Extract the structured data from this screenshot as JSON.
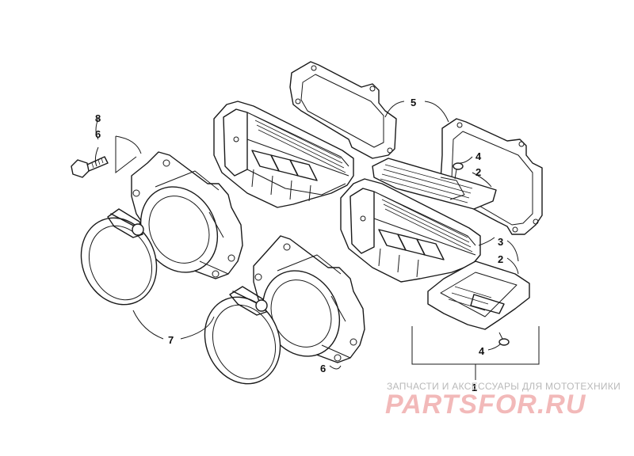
{
  "callouts": {
    "c8": "8",
    "c6a": "6",
    "c5": "5",
    "c4a": "4",
    "c2a": "2",
    "c3": "3",
    "c2b": "2",
    "c4b": "4",
    "c7": "7",
    "c6b": "6",
    "c1": "1"
  },
  "watermark": {
    "subtitle": "ЗАПЧАСТИ И АКСЕССУАРЫ ДЛЯ МОТОТЕХНИКИ",
    "brand": "PARTSFOR.RU"
  }
}
